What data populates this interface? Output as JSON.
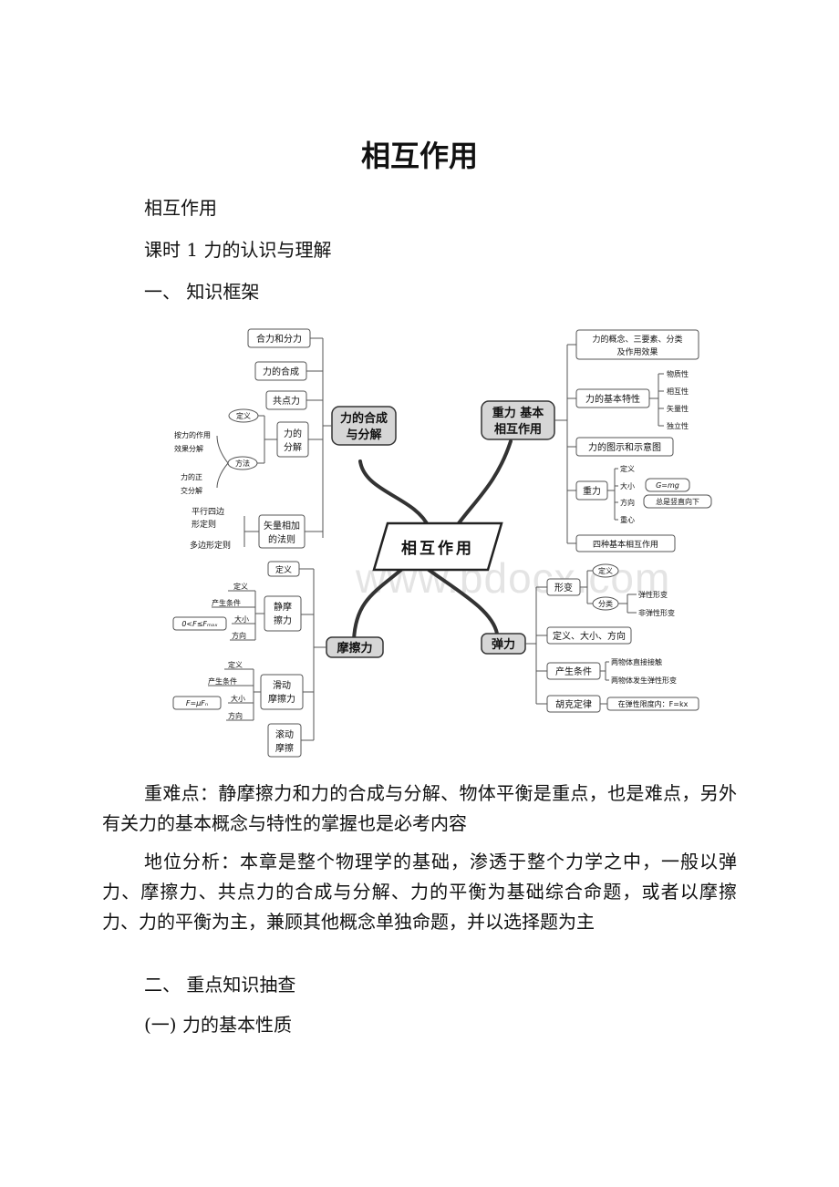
{
  "doc": {
    "title": "相互作用",
    "subtitle": "相互作用",
    "lesson": "课时 1 力的认识与理解",
    "section1": "一、 知识框架",
    "key_points": "重难点：静摩擦力和力的合成与分解、物体平衡是重点，也是难点，另外有关力的基本概念与特性的掌握也是必考内容",
    "position_analysis": "地位分析：本章是整个物理学的基础，渗透于整个力学之中，一般以弹力、摩擦力、共点力的合成与分解、力的平衡为基础综合命题，或者以摩擦力、力的平衡为主，兼顾其他概念单独命题，并以选择题为主",
    "section2": "二、 重点知识抽查",
    "sub1": "(一) 力的基本性质",
    "watermark": "www.bdocx.com"
  },
  "mindmap": {
    "center": "相互作用",
    "hubs": {
      "synthesis": [
        "力的合成",
        "与分解"
      ],
      "gravity": [
        "重力  基本",
        "相互作用"
      ],
      "friction": "摩擦力",
      "elastic": "弹力"
    },
    "synthesis": {
      "he_li_fen_li": "合力和分力",
      "he_cheng": "力的合成",
      "gong_dian_li": "共点力",
      "fen_jie": [
        "力的",
        "分解"
      ],
      "ding_yi": "定义",
      "fang_fa": "方法",
      "by_effect": [
        "按力的作用",
        "效果分解"
      ],
      "orthogonal": [
        "力的正",
        "交分解"
      ],
      "vector_rule": [
        "矢量相加",
        "的法则"
      ],
      "parallelogram": [
        "平行四边",
        "形定则"
      ],
      "polygon": "多边形定则"
    },
    "gravity": {
      "concept": [
        "力的概念、三要素、分类",
        "及作用效果"
      ],
      "basic_traits": "力的基本特性",
      "traits": [
        "物质性",
        "相互性",
        "矢量性",
        "独立性"
      ],
      "diagram": "力的图示和示意图",
      "gravity": "重力",
      "g_items": [
        "定义",
        "大小",
        "方向",
        "重心"
      ],
      "g_formula": "G=mg",
      "g_direction": "总是竖直向下",
      "four_forces": "四种基本相互作用"
    },
    "friction": {
      "static": [
        "静摩",
        "擦力"
      ],
      "static_items": [
        "定义",
        "产生条件",
        "大小",
        "方向"
      ],
      "static_range": "0<F≤Fₘₐₓ",
      "kinetic": [
        "滑动",
        "摩擦力"
      ],
      "kinetic_items": [
        "定义",
        "产生条件",
        "大小",
        "方向"
      ],
      "kinetic_formula": "F=μFₙ",
      "rolling": [
        "滚动",
        "摩擦"
      ],
      "top_def": "定义"
    },
    "elastic": {
      "deform": "形变",
      "def": "定义",
      "classify": "分类",
      "elastic_deform": "弹性形变",
      "inelastic_deform": "非弹性形变",
      "def_size_dir": "定义、大小、方向",
      "conditions": "产生条件",
      "cond_items": [
        "两物体直接接触",
        "两物体发生弹性形变"
      ],
      "hooke": "胡克定律",
      "hooke_rule": "在弹性限度内：F=kx"
    }
  }
}
